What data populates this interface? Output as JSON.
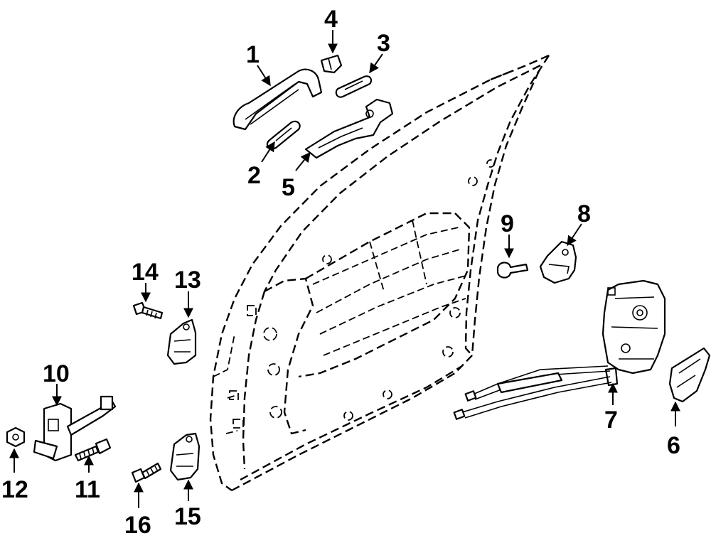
{
  "diagram": {
    "type": "exploded-parts-diagram",
    "callouts": [
      {
        "id": "c1",
        "label": "1"
      },
      {
        "id": "c2",
        "label": "2"
      },
      {
        "id": "c3",
        "label": "3"
      },
      {
        "id": "c4",
        "label": "4"
      },
      {
        "id": "c5",
        "label": "5"
      },
      {
        "id": "c6",
        "label": "6"
      },
      {
        "id": "c7",
        "label": "7"
      },
      {
        "id": "c8",
        "label": "8"
      },
      {
        "id": "c9",
        "label": "9"
      },
      {
        "id": "c10",
        "label": "10"
      },
      {
        "id": "c11",
        "label": "11"
      },
      {
        "id": "c12",
        "label": "12"
      },
      {
        "id": "c13",
        "label": "13"
      },
      {
        "id": "c14",
        "label": "14"
      },
      {
        "id": "c15",
        "label": "15"
      },
      {
        "id": "c16",
        "label": "16"
      }
    ]
  }
}
